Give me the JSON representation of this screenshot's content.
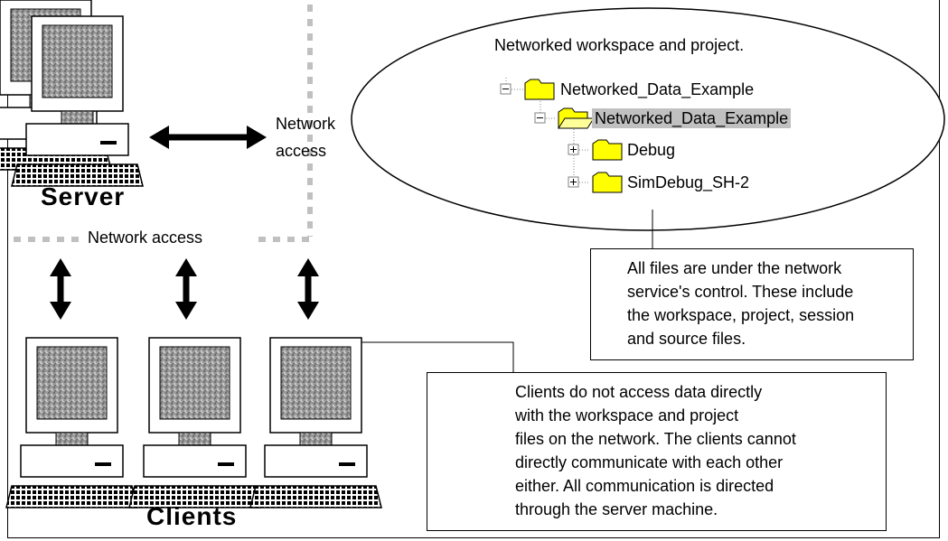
{
  "diagram": {
    "server_label": "Server",
    "clients_label": "Clients",
    "network_access_vertical": [
      "Network",
      "access"
    ],
    "network_access_horizontal": "Network access",
    "workspace_title": "Networked workspace and project.",
    "tree": {
      "workspace": "Networked_Data_Example",
      "project": "Networked_Data_Example",
      "folders": [
        "Debug",
        "SimDebug_SH-2"
      ]
    },
    "note_files": [
      "All files are under the network",
      "service's control.  These include",
      "the workspace, project, session",
      "and source files."
    ],
    "note_clients": [
      "Clients do not access data directly",
      "with the workspace and project",
      "files on the network.  The clients cannot",
      "directly communicate with each other",
      "either.  All communication is directed",
      "through the server machine."
    ],
    "colors": {
      "monitor_screen": "#9a9a9a",
      "monitor_body": "#ffffff",
      "folder": "#ffff00",
      "highlight": "#c0c0c0",
      "network_line": "#c0c0c0"
    }
  }
}
